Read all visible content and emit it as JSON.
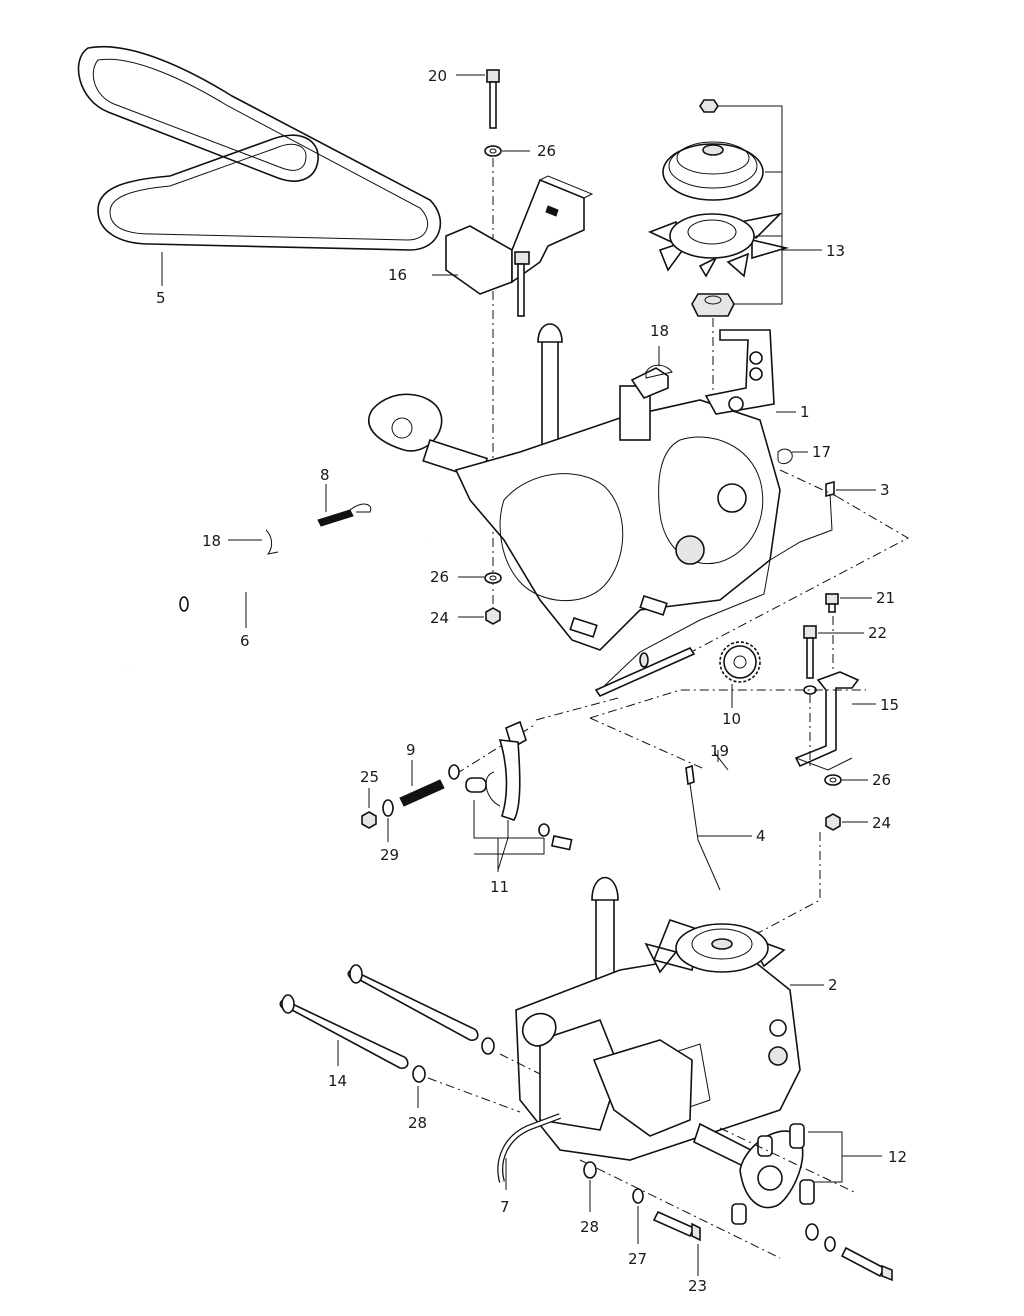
{
  "callouts": {
    "c1": "1",
    "c2": "2",
    "c3": "3",
    "c4": "4",
    "c5": "5",
    "c6": "6",
    "c7": "7",
    "c8": "8",
    "c9": "9",
    "c10": "10",
    "c11": "11",
    "c12": "12",
    "c13": "13",
    "c14": "14",
    "c15": "15",
    "c16": "16",
    "c17": "17",
    "c18a": "18",
    "c18b": "18",
    "c19": "19",
    "c20": "20",
    "c21": "21",
    "c22": "22",
    "c23": "23",
    "c24a": "24",
    "c24b": "24",
    "c25": "25",
    "c26a": "26",
    "c26b": "26",
    "c26c": "26",
    "c27": "27",
    "c28a": "28",
    "c28b": "28",
    "c29": "29"
  }
}
